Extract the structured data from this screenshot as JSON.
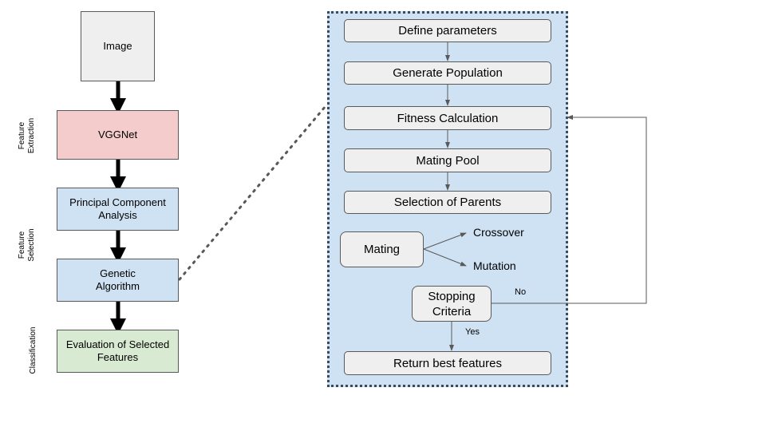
{
  "left_flow": {
    "image": "Image",
    "vggnet": "VGGNet",
    "pca": "Principal Component Analysis",
    "ga": "Genetic Algorithm",
    "evaluation": "Evaluation of Selected Features"
  },
  "side_labels": {
    "feature_extraction": "Feature Extraction",
    "feature_selection": "Feature Selection",
    "classification": "Classification"
  },
  "ga_flow": {
    "define": "Define parameters",
    "generate": "Generate Population",
    "fitness": "Fitness Calculation",
    "pool": "Mating Pool",
    "parents": "Selection of Parents",
    "mating": "Mating",
    "crossover": "Crossover",
    "mutation": "Mutation",
    "stopping": "Stopping Criteria",
    "no": "No",
    "yes": "Yes",
    "return": "Return best features"
  },
  "colors": {
    "image_fill": "#efefef",
    "vggnet_fill": "#f4cccc",
    "blue_fill": "#cfe2f3",
    "green_fill": "#d9ead3",
    "panel_fill": "#cfe2f3",
    "node_fill": "#efefef"
  }
}
